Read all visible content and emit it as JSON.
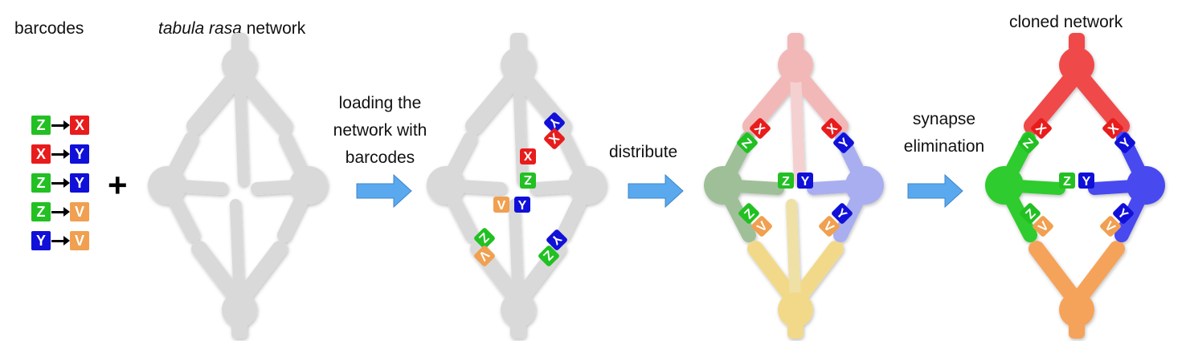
{
  "labels": {
    "barcodes": "barcodes",
    "tabula_italic": "tabula rasa",
    "tabula_rest": " network",
    "cloned": "cloned network",
    "step1_line1": "loading the",
    "step1_line2": "network with",
    "step1_line3": "barcodes",
    "step2": "distribute",
    "step3_line1": "synapse",
    "step3_line2": "elimination",
    "plus": "+"
  },
  "barcodes": [
    {
      "pre": "Z",
      "post": "X"
    },
    {
      "pre": "X",
      "post": "Y"
    },
    {
      "pre": "Z",
      "post": "Y"
    },
    {
      "pre": "Z",
      "post": "V"
    },
    {
      "pre": "Y",
      "post": "V"
    }
  ],
  "colors": {
    "Z": "#22c022",
    "X": "#e81c1c",
    "Y": "#1010d8",
    "V": "#f0a050",
    "gray": "#d9d9d9",
    "arrow": "#5aa8ee"
  },
  "network_colors": {
    "distributed": {
      "top": "#f2b8b8",
      "left": "#9fbf98",
      "right": "#a9aef0",
      "bottom": "#f2d98a"
    },
    "cloned": {
      "top": "#f04848",
      "left": "#2ecc2e",
      "right": "#4848f0",
      "bottom": "#f5a35a"
    }
  }
}
